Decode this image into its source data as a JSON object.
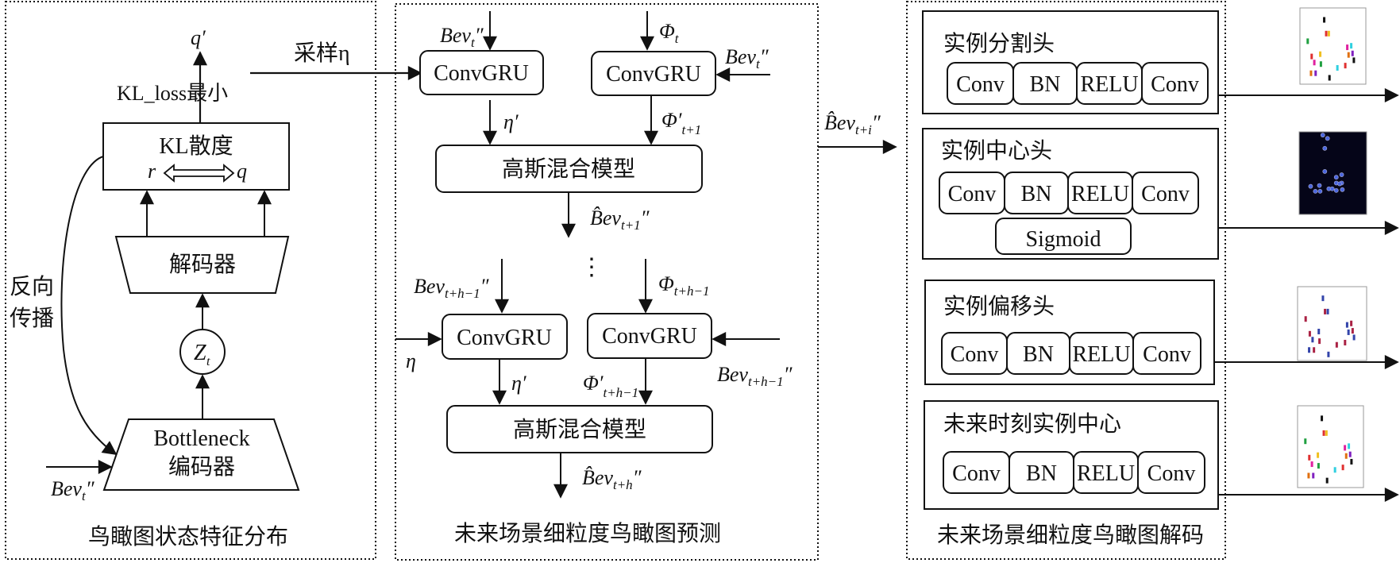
{
  "panels": {
    "left": {
      "caption": "鸟瞰图状态特征分布",
      "q_prime": "q′",
      "kl_loss_label": "KL_loss最小",
      "kl_box_title": "KL散度",
      "kl_r": "r",
      "kl_q": "q",
      "decoder": "解码器",
      "latent": "Z",
      "latent_sub": "t",
      "encoder_line1": "Bottleneck",
      "encoder_line2": "编码器",
      "backprop_line1": "反向",
      "backprop_line2": "传播",
      "input_label": "Bev",
      "input_sub": "t",
      "input_suffix": "″"
    },
    "sample_label": "采样η",
    "middle": {
      "caption": "未来场景细粒度鸟瞰图预测",
      "convgru": "ConvGRU",
      "gmm": "高斯混合模型",
      "top_left_in": {
        "base": "Bev",
        "sub": "t",
        "suf": "″"
      },
      "top_right_in": {
        "base": "Φ",
        "sub": "t",
        "suf": ""
      },
      "top_right_side": {
        "base": "Bev",
        "sub": "t",
        "suf": "″"
      },
      "eta_prime": "η′",
      "phi_prime_1": {
        "base": "Φ′",
        "sub": "t+1",
        "suf": ""
      },
      "out_1": {
        "base": "B̂ev",
        "sub": "t+1",
        "suf": "″"
      },
      "ellipsis": "⋮",
      "bot_left_in": {
        "base": "Bev",
        "sub": "t+h−1",
        "suf": "″"
      },
      "bot_right_in": {
        "base": "Φ",
        "sub": "t+h−1",
        "suf": ""
      },
      "bot_right_side": {
        "base": "Bev",
        "sub": "t+h−1",
        "suf": "″"
      },
      "eta": "η",
      "phi_prime_h": {
        "base": "Φ′",
        "sub": "t+h−1",
        "suf": ""
      },
      "out_h": {
        "base": "B̂ev",
        "sub": "t+h",
        "suf": "″"
      }
    },
    "connector_label": {
      "base": "B̂ev",
      "sub": "t+i",
      "suf": "″"
    },
    "right": {
      "caption": "未来场景细粒度鸟瞰图解码",
      "heads": [
        {
          "title": "实例分割头",
          "layers": [
            "Conv",
            "BN",
            "RELU",
            "Conv"
          ],
          "extra": null
        },
        {
          "title": "实例中心头",
          "layers": [
            "Conv",
            "BN",
            "RELU",
            "Conv"
          ],
          "extra": "Sigmoid"
        },
        {
          "title": "实例偏移头",
          "layers": [
            "Conv",
            "BN",
            "RELU",
            "Conv"
          ],
          "extra": null
        },
        {
          "title": "未来时刻实例中心",
          "layers": [
            "Conv",
            "BN",
            "RELU",
            "Conv"
          ],
          "extra": null
        }
      ]
    }
  },
  "colors": {
    "line": "#111111",
    "center_map_bg": "#050518",
    "center_dot": "#4a66e0"
  }
}
